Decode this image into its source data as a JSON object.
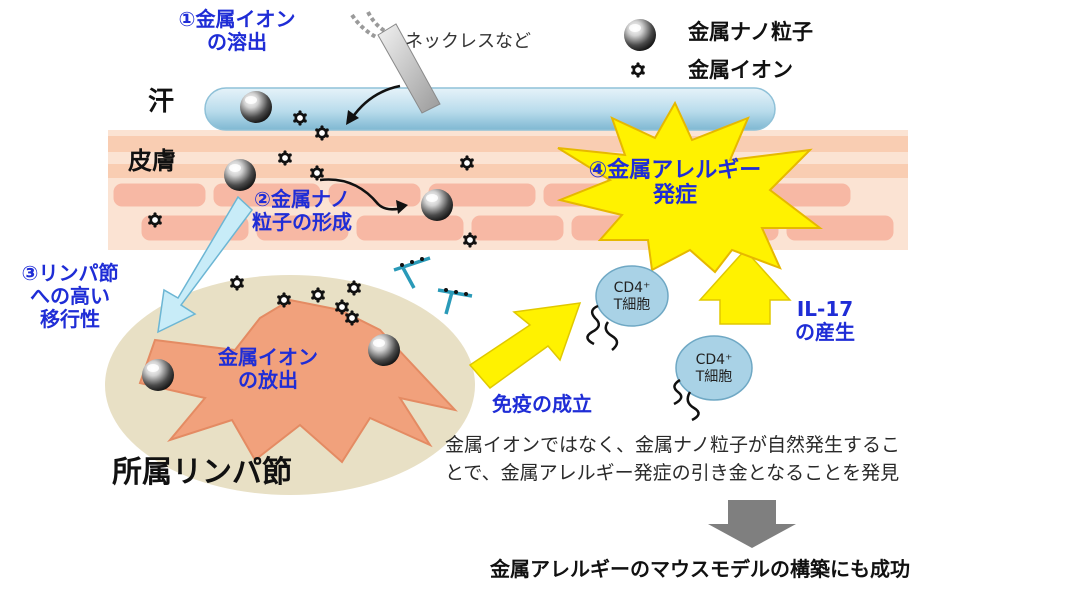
{
  "colors": {
    "step_label": "#1f2dd6",
    "skin_stripe": "#f8d3ba",
    "cell_fill": "#f1a17c",
    "sweat_fill": "#b9dcec",
    "node_fill": "#e8e0c5",
    "burst_fill": "#fff200",
    "arrow_fill": "#fff200",
    "tcell_fill": "#a9d2e6"
  },
  "legend": {
    "nanoparticle_label": "金属ナノ粒子",
    "ion_label": "金属イオン",
    "nanoparticle_icon": "sphere-icon",
    "ion_icon": "ring-icon"
  },
  "labels": {
    "sweat": "汗",
    "skin": "皮膚",
    "necklace": "ネックレスなど",
    "lymph_node": "所属リンパ節"
  },
  "steps": {
    "s1_line1": "①金属イオン",
    "s1_line2": "の溶出",
    "s2_line1": "②金属ナノ",
    "s2_line2": "粒子の形成",
    "s3_line1": "③リンパ節",
    "s3_line2": "への高い",
    "s3_line3": "移行性",
    "s4_line1": "④金属アレルギー",
    "s4_line2": "発症"
  },
  "cell": {
    "release_line1": "金属イオン",
    "release_line2": "の放出"
  },
  "immunity": {
    "established": "免疫の成立",
    "tcell_line1": "CD4⁺",
    "tcell_line2": "T細胞",
    "il17_line1": "IL-17",
    "il17_line2": "の産生"
  },
  "caption": {
    "line1": "金属イオンではなく、金属ナノ粒子が自然発生するこ",
    "line2": "とで、金属アレルギー発症の引き金となることを発見"
  },
  "conclusion": "金属アレルギーのマウスモデルの構築にも成功"
}
